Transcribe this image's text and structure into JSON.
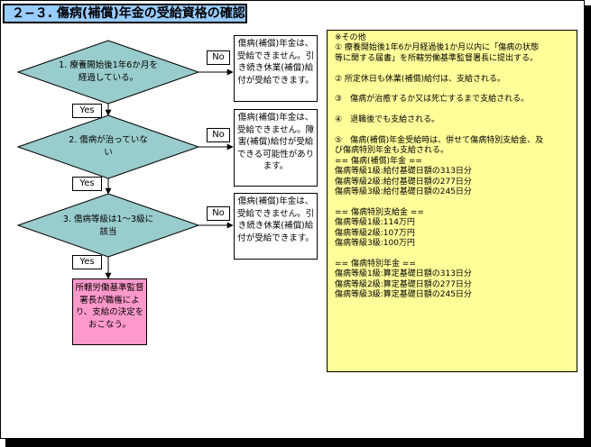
{
  "title": "２−３. 傷病(補償)年金の受給資格の確認",
  "flow": {
    "decisions": [
      {
        "text": "1. 療養開始後1年6か月を経過している。"
      },
      {
        "text": "2. 傷病が治っていない"
      },
      {
        "text": "3. 傷病等級は1〜3級に該当"
      }
    ],
    "no_label": "No",
    "yes_label": "Yes",
    "results": [
      {
        "text": "傷病(補償)年金は、受給できません。引き続き休業(補償)給付が受給できます。"
      },
      {
        "text": "傷病(補償)年金は、受給できません。障害(補償)給付が受給できる可能性があります。"
      },
      {
        "text": "傷病(補償)年金は、受給できません。引き続き休業(補償)給付が受給できます。"
      }
    ],
    "final": "所轄労働基準監督署長が職権により、支給の決定をおこなう。"
  },
  "notes": {
    "header": "※その他",
    "lines": [
      "① 療養開始後1年6か月経過後1か月以内に「傷病の状態",
      "等に関する届書」を所轄労働基準監督署長に提出する。",
      "",
      "② 所定休日も休業(補償)給付は、支給される。",
      "",
      "③　傷病が治癒するか又は死亡するまで支給される。",
      "",
      "④　退職後でも支給される。",
      "",
      "⑤　傷病(補償)年金受給時は、併せて傷病特別支給金、及",
      "び傷病特別年金も支給される。",
      "== 傷病(補償)年金 ==",
      "傷病等級1級:給付基礎日額の313日分",
      "傷病等級2級:給付基礎日額の277日分",
      "傷病等級3級:給付基礎日額の245日分",
      "",
      "== 傷病特別支給金 ==",
      "傷病等級1級:114万円",
      "傷病等級2級:107万円",
      "傷病等級3級:100万円",
      "",
      "== 傷病特別年金 ==",
      "傷病等級1級:算定基礎日額の313日分",
      "傷病等級2級:算定基礎日額の277日分",
      "傷病等級3級:算定基礎日額の245日分"
    ]
  },
  "colors": {
    "title_bg": "#99ccff",
    "diamond_fill": "#99cccc",
    "final_fill": "#ff99cc",
    "notes_bg": "#ffff99"
  }
}
